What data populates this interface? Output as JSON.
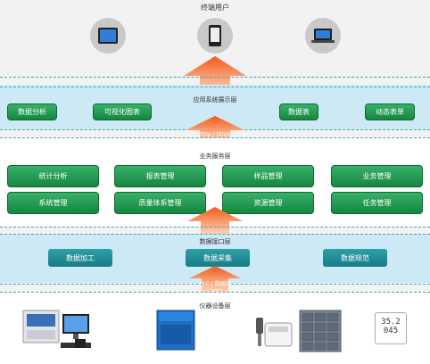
{
  "top": {
    "title": "终端用户"
  },
  "app_layer": {
    "title": "应用系统展示层",
    "arrow_label": "http / https",
    "boxes": [
      "数据分析",
      "可视化图表",
      "数据表",
      "动态表单"
    ]
  },
  "business_layer": {
    "title": "业务服务层",
    "row1": [
      "统计分析",
      "报表管理",
      "样品管理",
      "业务管理"
    ],
    "row2": [
      "系统管理",
      "质量体系管理",
      "资源管理",
      "任务管理"
    ]
  },
  "interface_layer": {
    "title": "数据接口层",
    "boxes": [
      "数据加工",
      "数据采集",
      "数据规范"
    ]
  },
  "device_layer": {
    "title": "仪器设备层",
    "arrow_label": "PLC / 数据接口",
    "sensor_lines": [
      "35.2",
      "045"
    ]
  },
  "colors": {
    "green": "#1f9b52",
    "teal": "#1d8a93",
    "orange": "#f07f3a",
    "band": "#cde9f6"
  }
}
